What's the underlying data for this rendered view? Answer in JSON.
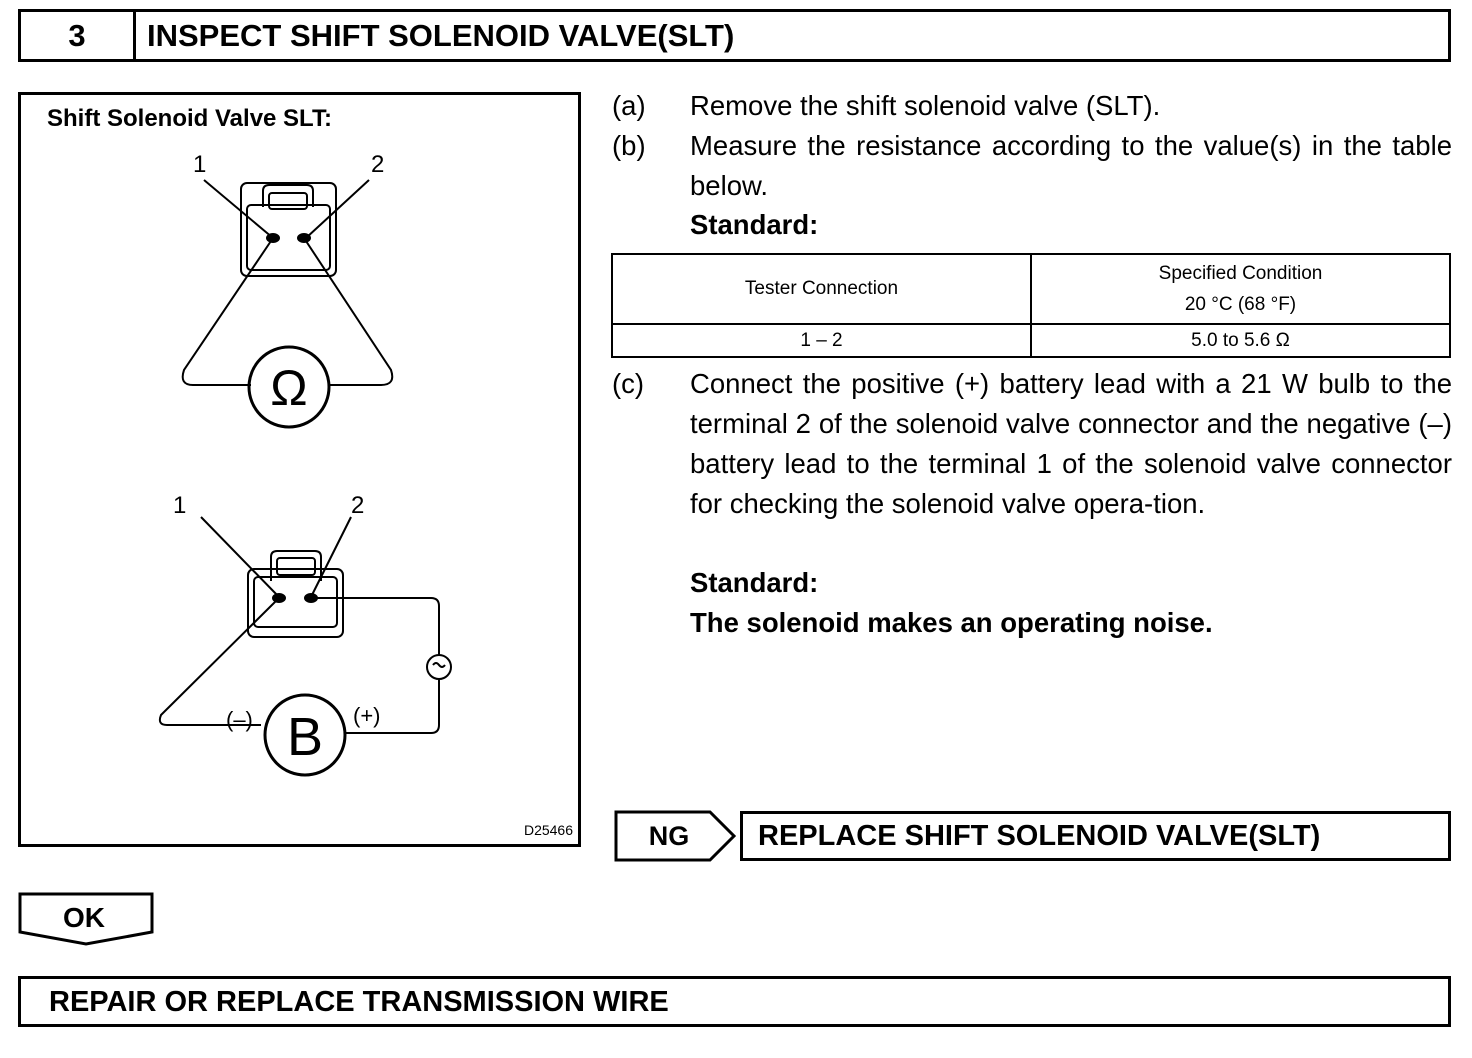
{
  "step": {
    "number": "3",
    "title": "INSPECT SHIFT SOLENOID VALVE(SLT)"
  },
  "figure": {
    "caption": "Shift Solenoid Valve SLT:",
    "id": "D25466",
    "top": {
      "terminal_1": "1",
      "terminal_2": "2",
      "meter_symbol": "Ω"
    },
    "bottom": {
      "terminal_1": "1",
      "terminal_2": "2",
      "battery_symbol": "B",
      "neg_label": "(–)",
      "pos_label": "(+)"
    }
  },
  "steps": [
    {
      "label": "(a)",
      "text": "Remove the shift solenoid valve (SLT)."
    },
    {
      "label": "(b)",
      "text": "Measure the resistance according to the value(s) in the table below."
    },
    {
      "label": "(c)",
      "text": "Connect the positive (+) battery lead with a 21 W bulb to the terminal 2 of the solenoid valve connector and the negative (–) battery lead to the terminal 1 of the solenoid valve connector for checking the solenoid valve opera-tion."
    }
  ],
  "standard_label_1": "Standard:",
  "standard_label_2": "Standard:",
  "standard_text": "The solenoid makes an operating noise.",
  "table": {
    "headers": [
      "Tester Connection",
      "Specified Condition",
      "20 °C (68 °F)"
    ],
    "rows": [
      [
        "1 – 2",
        "5.0 to 5.6 Ω"
      ]
    ]
  },
  "ng": {
    "label": "NG",
    "action": "REPLACE SHIFT SOLENOID VALVE(SLT)"
  },
  "ok": {
    "label": "OK"
  },
  "final_action": "REPAIR OR REPLACE TRANSMISSION WIRE"
}
